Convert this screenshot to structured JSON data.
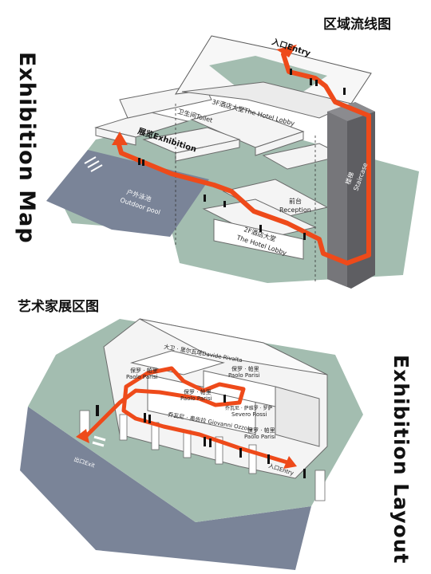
{
  "titles": {
    "map_vertical": "Exhibition Map",
    "flow_heading": "区域流线图",
    "art_heading": "艺术家展区图",
    "layout_vertical": "Exhibition Layout"
  },
  "map_labels": {
    "entry": "入口Entry",
    "lobby_3f": "3F酒店大堂The Hotel Lobby",
    "toilet": "卫生间Toilet",
    "exhibition": "展览Exhibition",
    "pool_cn": "户外泳池",
    "pool_en": "Outdoor pool",
    "stair_cn": "楼梯",
    "stair_en": "Staircase",
    "reception_cn": "前台",
    "reception_en": "Reception",
    "lobby_2f_cn": "2F酒店大堂",
    "lobby_2f_en": "The Hotel Lobby"
  },
  "layout_labels": {
    "davide": "大卫 · 里尔瓦塔Davide Rivalta",
    "paolo_1_cn": "保罗 · 帕里",
    "paolo_1_en": "Paolo Parisi",
    "paolo_2_cn": "保罗 · 帕里",
    "paolo_2_en": "Paolo Parisi",
    "paolo_3_cn": "保罗 · 帕里",
    "paolo_3_en": "Paolo Parisi",
    "paolo_4_cn": "保罗 · 帕里",
    "paolo_4_en": "Paolo Parisi",
    "severo_cn": "乔瓦尼 · 萨维罗 · 罗萨",
    "severo_en": "Severo Rossi",
    "giovanni": "乔瓦尼 · 奥佐拉 Giovanni Ozzola",
    "exit": "出口Exit",
    "entry": "入口Entry"
  },
  "colors": {
    "route": "#ee4a1a",
    "floor_green": "#a3bdb0",
    "ground_slate": "#7a8498",
    "wall": "#f4f4f4",
    "stair": "#5e5e62"
  }
}
